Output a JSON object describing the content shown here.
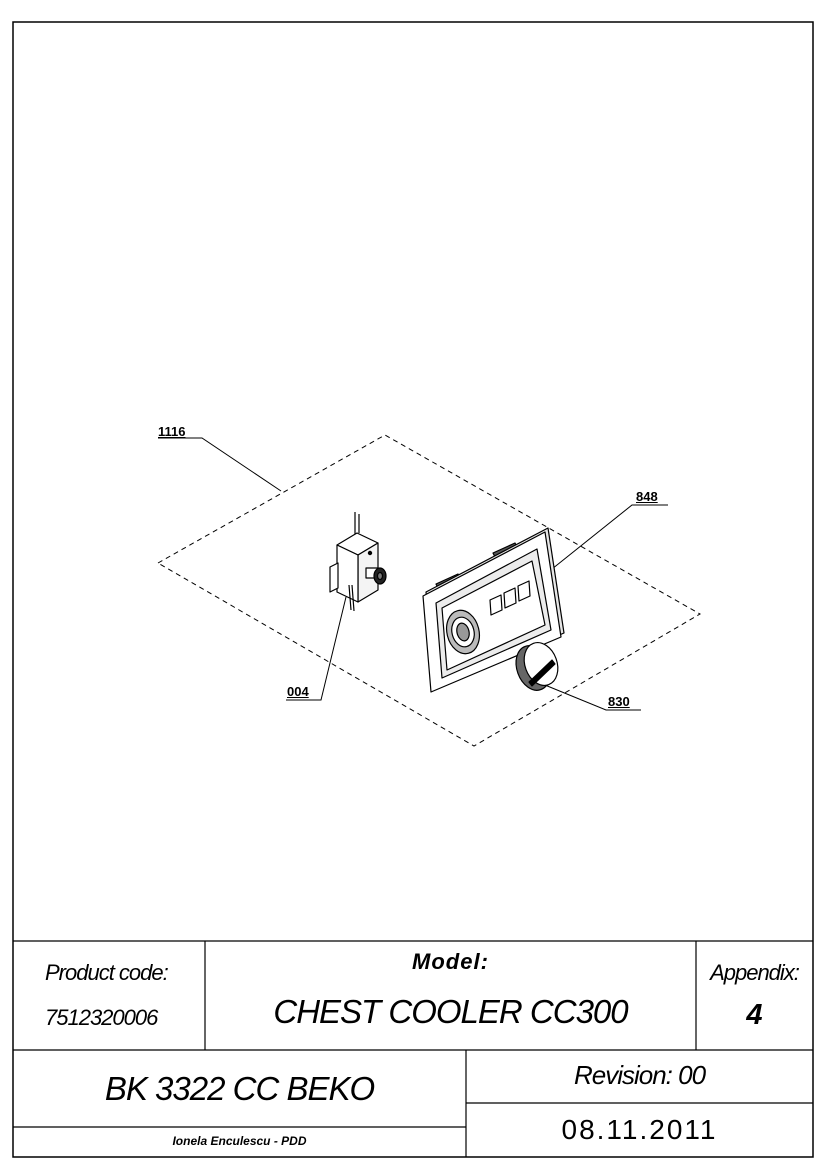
{
  "callouts": {
    "part_1116": "1116",
    "part_848": "848",
    "part_004": "004",
    "part_830": "830"
  },
  "title_block": {
    "product_code_label": "Product code:",
    "product_code_value": "7512320006",
    "model_label": "Model:",
    "model_value": "CHEST COOLER CC300",
    "appendix_label": "Appendix:",
    "appendix_value": "4",
    "product_name": "BK 3322 CC BEKO",
    "revision": "Revision: 00",
    "date": "08.11.2011",
    "author": "Ionela Enculescu - PDD"
  }
}
